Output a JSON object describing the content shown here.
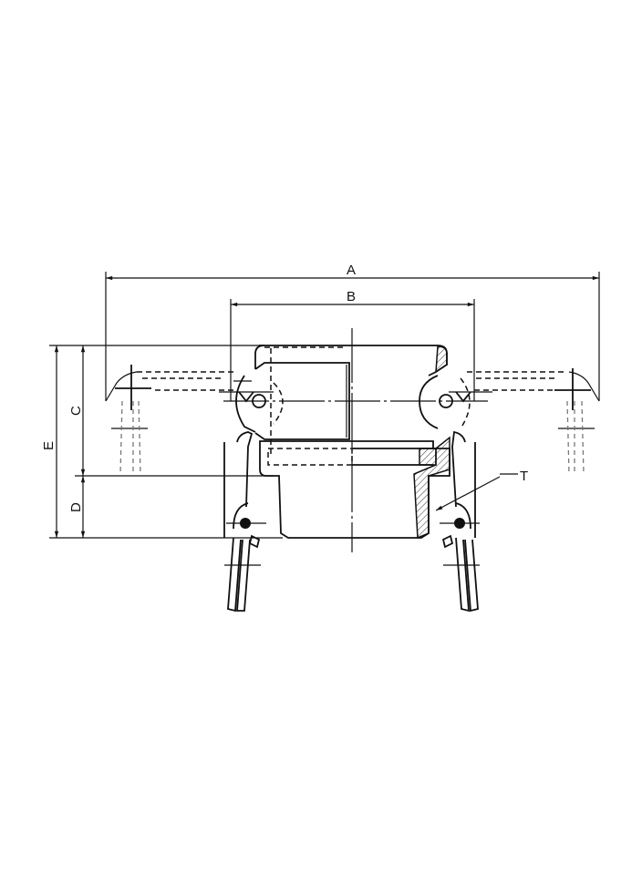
{
  "drawing": {
    "subject": "Cam and groove coupling (female coupler x female thread) - side section view",
    "colors": {
      "line": "#111111",
      "hidden_line": "#777777",
      "background": "#ffffff"
    },
    "dimensions": {
      "A": {
        "label": "A",
        "meaning": "overall width with cam arms open"
      },
      "B": {
        "label": "B",
        "meaning": "body width at cam pivots"
      },
      "C": {
        "label": "C",
        "meaning": "coupler body height"
      },
      "D": {
        "label": "D",
        "meaning": "threaded section height"
      },
      "E": {
        "label": "E",
        "meaning": "overall height"
      }
    },
    "callouts": {
      "T": {
        "label": "T",
        "meaning": "thread"
      }
    }
  }
}
